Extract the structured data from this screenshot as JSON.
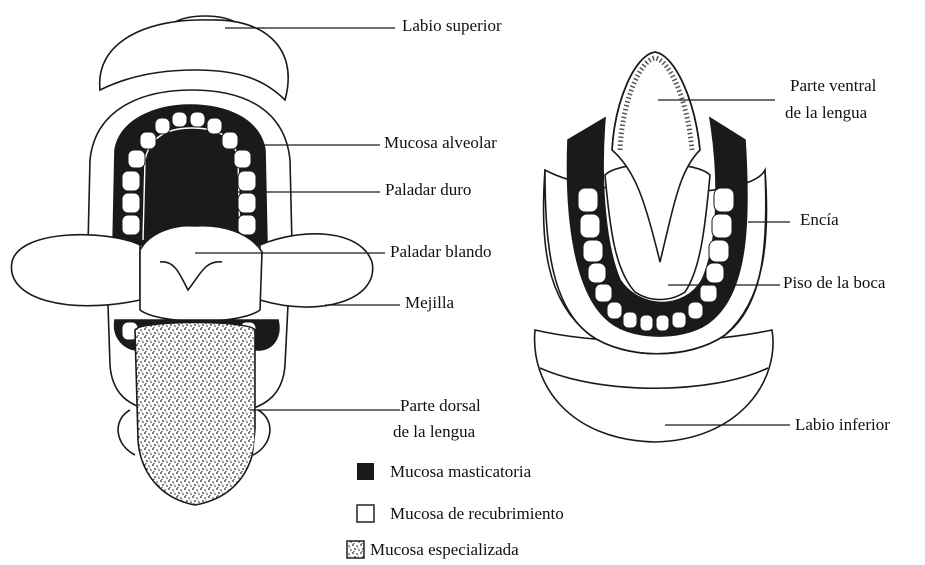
{
  "labels": {
    "labio_superior": "Labio superior",
    "mucosa_alveolar": "Mucosa alveolar",
    "paladar_duro": "Paladar duro",
    "paladar_blando": "Paladar blando",
    "mejilla": "Mejilla",
    "parte_dorsal_l1": "Parte dorsal",
    "parte_dorsal_l2": "de la lengua",
    "parte_ventral_l1": "Parte ventral",
    "parte_ventral_l2": "de la lengua",
    "encia": "Encía",
    "piso_boca": "Piso de la boca",
    "labio_inferior": "Labio inferior"
  },
  "legend": [
    {
      "label": "Mucosa masticatoria",
      "fill": "#1a1a1a"
    },
    {
      "label": "Mucosa de recubrimiento",
      "fill": "#ffffff"
    },
    {
      "label": "Mucosa especializada",
      "fill": "stipple"
    }
  ],
  "colors": {
    "ink": "#1a1a1a",
    "paper": "#ffffff"
  }
}
